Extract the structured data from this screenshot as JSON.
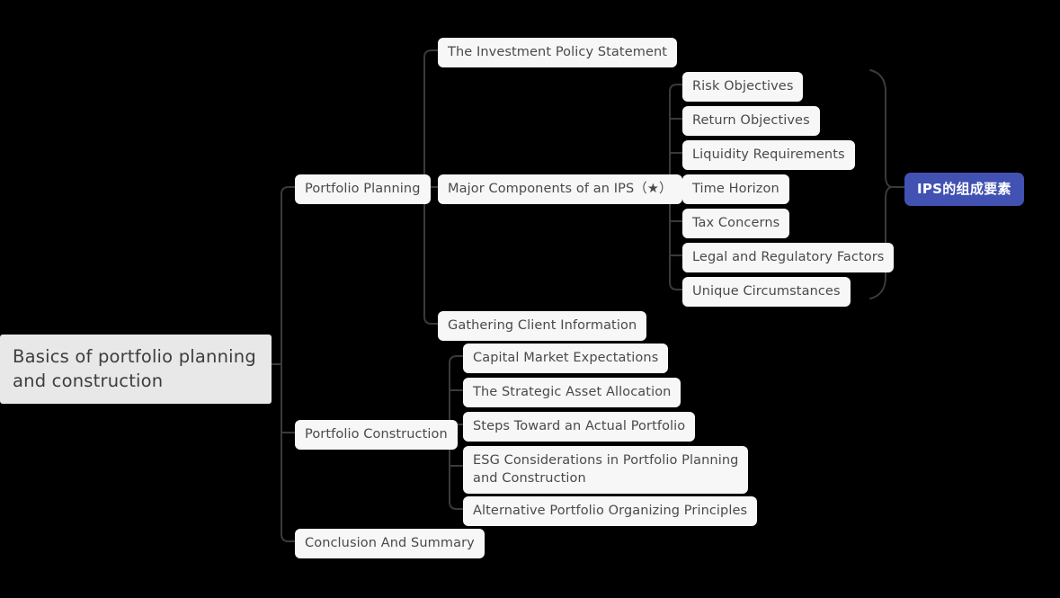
{
  "diagram": {
    "type": "mind-map",
    "background_color": "#000000",
    "node_color": "#f7f7f7",
    "node_text_color": "#4a4a4a",
    "root_color": "#e8e8e8",
    "accent_color": "#4152b3",
    "accent_text_color": "#ffffff",
    "edge_color": "#3a3a3a",
    "root": {
      "label": "Basics of portfolio planning\nand construction"
    },
    "branches": [
      {
        "label": "Portfolio Planning",
        "children": [
          {
            "label": "The Investment Policy Statement"
          },
          {
            "label": "Major Components of an IPS（★）",
            "children": [
              {
                "label": "Risk Objectives"
              },
              {
                "label": "Return Objectives"
              },
              {
                "label": "Liquidity Requirements"
              },
              {
                "label": "Time Horizon"
              },
              {
                "label": "Tax Concerns"
              },
              {
                "label": "Legal and Regulatory Factors"
              },
              {
                "label": "Unique Circumstances"
              }
            ],
            "group_annotation": {
              "label": "IPS的组成要素"
            }
          },
          {
            "label": "Gathering Client Information"
          }
        ]
      },
      {
        "label": "Portfolio Construction",
        "children": [
          {
            "label": "Capital Market Expectations"
          },
          {
            "label": "The Strategic Asset Allocation"
          },
          {
            "label": "Steps Toward an Actual Portfolio"
          },
          {
            "label": "ESG Considerations in Portfolio Planning\nand Construction"
          },
          {
            "label": "Alternative Portfolio Organizing Principles"
          }
        ]
      },
      {
        "label": "Conclusion And Summary",
        "children": []
      }
    ]
  }
}
